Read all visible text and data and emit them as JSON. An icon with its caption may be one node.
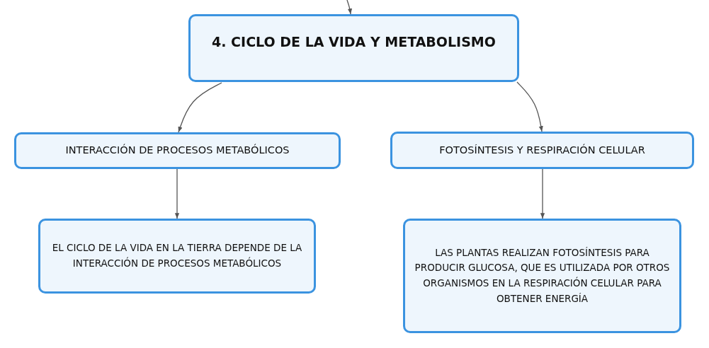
{
  "diagram": {
    "nodes": [
      {
        "text": [
          "4. CICLO DE LA VIDA Y METABOLISMO"
        ]
      },
      {
        "text": [
          "INTERACCIÓN DE PROCESOS METABÓLICOS"
        ]
      },
      {
        "text": [
          "FOTOSÍNTESIS Y RESPIRACIÓN CELULAR"
        ]
      },
      {
        "text": [
          "EL CICLO DE LA VIDA EN LA TIERRA DEPENDE DE LA INTERACCIÓN DE PROCESOS METABÓLICOS"
        ]
      },
      {
        "text": [
          "LAS PLANTAS REALIZAN FOTOSÍNTESIS PARA PRODUCIR GLUCOSA, QUE ES UTILIZADA POR OTROS ORGANISMOS EN LA RESPIRACIÓN CELULAR PARA OBTENER ENERGÍA"
        ]
      }
    ],
    "edges": [
      {
        "from": null,
        "to": 0,
        "arrow": "to"
      },
      {
        "from": 0,
        "to": 1,
        "arrow": "to"
      },
      {
        "from": 0,
        "to": 2,
        "arrow": "to"
      },
      {
        "from": 1,
        "to": 3,
        "arrow": "to"
      },
      {
        "from": 2,
        "to": 4,
        "arrow": "to"
      }
    ]
  }
}
